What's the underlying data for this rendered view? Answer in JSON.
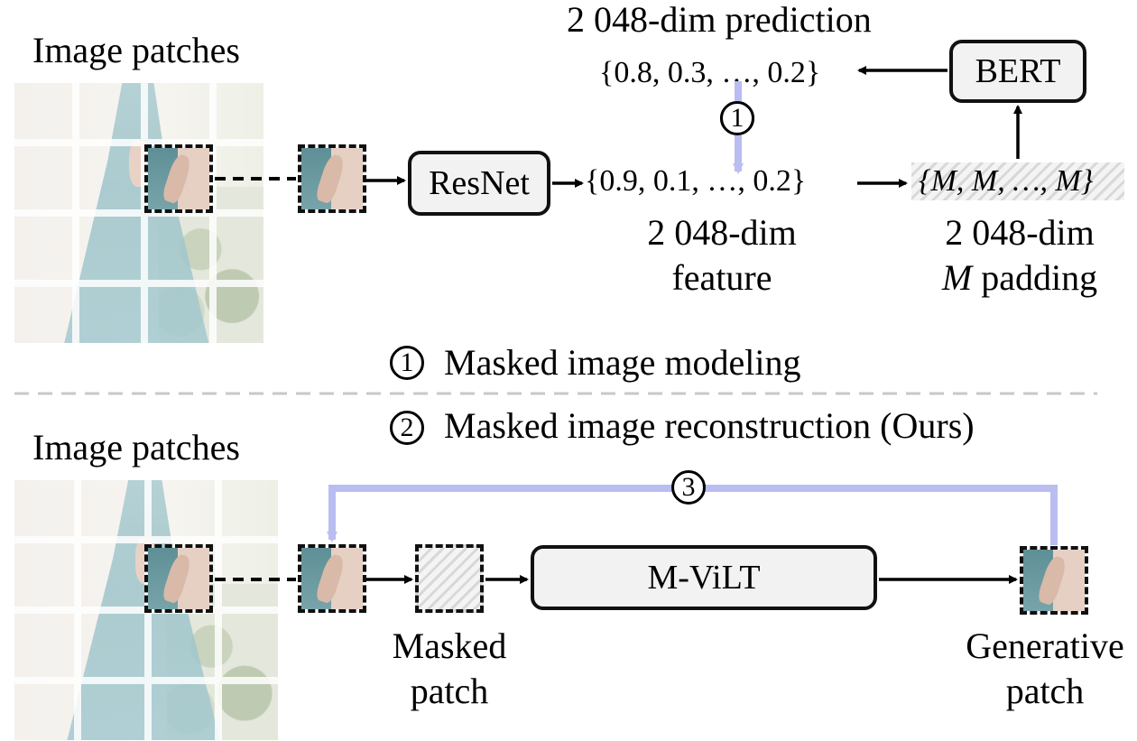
{
  "top": {
    "image_patches_label": "Image patches",
    "prediction_label": "2 048-dim prediction",
    "prediction_vector": "{0.8, 0.3, …, 0.2}",
    "bert_label": "BERT",
    "resnet_label": "ResNet",
    "feature_vector": "{0.9, 0.1, …, 0.2}",
    "feature_label_line1": "2 048-dim",
    "feature_label_line2": "feature",
    "padding_vector": "{M, M, …, M}",
    "padding_label_line1": "2 048-dim",
    "padding_label_line2_italic": "M",
    "padding_label_line2_rest": " padding",
    "step_marker": "1"
  },
  "legend": {
    "item1_number": "1",
    "item1_text": "Masked image modeling",
    "item2_number": "2",
    "item2_text": "Masked image reconstruction (Ours)"
  },
  "bottom": {
    "image_patches_label": "Image patches",
    "mvilt_label": "M-ViLT",
    "masked_patch_line1": "Masked",
    "masked_patch_line2": "patch",
    "generative_patch_line1": "Generative",
    "generative_patch_line2": "patch",
    "step_marker": "3"
  },
  "colors": {
    "feedback_arrow": "#b9bdf0",
    "divider": "#c8c8c8",
    "box_fill": "#f2f2f2",
    "hatch_fill": "#e0e0e0"
  }
}
